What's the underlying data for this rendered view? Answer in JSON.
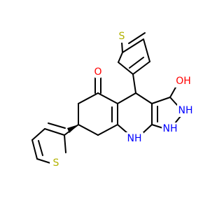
{
  "colors": {
    "oxygen": "#ff0000",
    "nitrogen": "#0000ff",
    "sulfur": "#b2b200",
    "bond": "#000000",
    "background": "#ffffff"
  },
  "labels": {
    "s_top": "S",
    "s_left": "S",
    "o_ketone": "O",
    "o_hydroxy": "OH",
    "nh_ring_upper": "NH",
    "nh_ring_lower": "NH",
    "nh_bridge": "NH"
  },
  "label_colors": {
    "s_top": "sulfur",
    "s_left": "sulfur",
    "o_ketone": "oxygen",
    "o_hydroxy": "oxygen",
    "nh_ring_upper": "nitrogen",
    "nh_ring_lower": "nitrogen",
    "nh_bridge": "nitrogen"
  }
}
